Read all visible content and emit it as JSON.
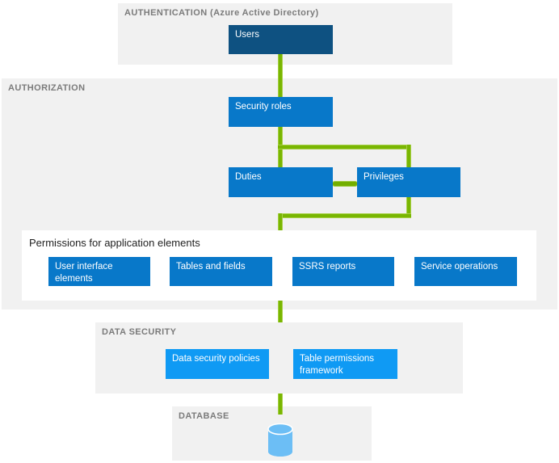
{
  "sections": {
    "authentication": {
      "label": "AUTHENTICATION (Azure Active Directory)"
    },
    "authorization": {
      "label": "AUTHORIZATION"
    },
    "permissions": {
      "title": "Permissions for application elements"
    },
    "data_security": {
      "label": "DATA SECURITY"
    },
    "database": {
      "label": "DATABASE"
    }
  },
  "nodes": {
    "users": "Users",
    "security_roles": "Security roles",
    "duties": "Duties",
    "privileges": "Privileges",
    "user_interface_elements": "User interface elements",
    "tables_and_fields": "Tables and fields",
    "ssrs_reports": "SSRS reports",
    "service_operations": "Service operations",
    "data_security_policies": "Data security policies",
    "table_permissions_framework": "Table permissions framework"
  },
  "icons": {
    "database_cylinder": "database-cylinder-icon"
  },
  "colors": {
    "section_background": "#F1F1F1",
    "section_label_text": "#7B7B7B",
    "node_dark_blue": "#0E5181",
    "node_medium_blue": "#0878C9",
    "node_bright_blue": "#0F9AF4",
    "database_cylinder_blue": "#6CBEF5",
    "connector_green": "#79B602",
    "connector_green_highlight": "#A6CF45",
    "panel_background": "#FFFFFF"
  }
}
